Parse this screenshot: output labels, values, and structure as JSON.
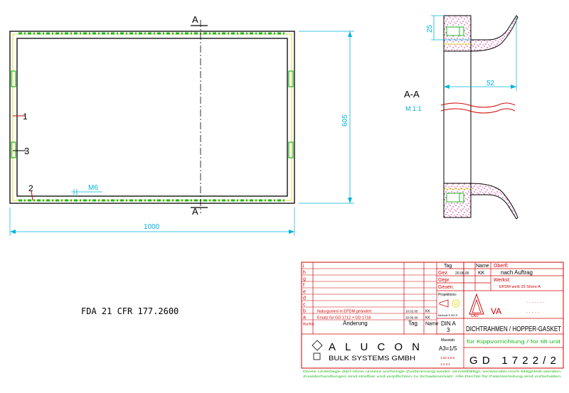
{
  "section_marks": {
    "top": "A",
    "bottom": "A"
  },
  "front_view": {
    "dim_width": "1000",
    "dim_height": "605",
    "thread": "M6",
    "items": [
      "1",
      "3",
      "2"
    ]
  },
  "section_view": {
    "label": "A-A",
    "scale": "M 1:1",
    "dim_25": "25",
    "dim_52": "52"
  },
  "fda_note": "FDA   21 CFR 177.2600",
  "title_block": {
    "revisions": [
      {
        "key": "i",
        "text": "",
        "date": "",
        "by": ""
      },
      {
        "key": "h",
        "text": "",
        "date": "",
        "by": ""
      },
      {
        "key": "g",
        "text": "",
        "date": "",
        "by": ""
      },
      {
        "key": "f",
        "text": "",
        "date": "",
        "by": ""
      },
      {
        "key": "e",
        "text": "",
        "date": "",
        "by": ""
      },
      {
        "key": "d",
        "text": "",
        "date": "",
        "by": ""
      },
      {
        "key": "c",
        "text": "",
        "date": "",
        "by": ""
      },
      {
        "key": "b",
        "text": "Naturgummi in EPDM geändert",
        "date": "10.02.05",
        "by": "KK"
      },
      {
        "key": "a",
        "text": "Ersatz für GD 1712 + GD 1718",
        "date": "20.06.00",
        "by": "KK"
      }
    ],
    "rev_head": {
      "key": "Buchst.",
      "text": "Änderung",
      "date": "Tag",
      "by": "Name"
    },
    "hdr_tag": "Tag",
    "hdr_name": "Name",
    "gez": "Gez.",
    "gez_date": "20.06.00",
    "gez_name": "KK",
    "gepr": "Gepr.",
    "gesen": "Gesen.",
    "oberfl_label": "Oberfl:",
    "oberfl_value": "nach Auftrag",
    "werkst_label": "Werkst:",
    "werkst_value": "EPDM weiß 25 Shore A",
    "projektions": "Projektions-",
    "methode": "Methode E ISO E",
    "cad": "CAD",
    "va": "VA",
    "dots1": ". . . . . . .",
    "dots2": ". . . . .",
    "din": "DIN A",
    "din_num": "3",
    "massstab": "Masstab:",
    "scale_main": "A3=1/5",
    "scale_sub1": "1:10  1:2.5",
    "scale_sub2": "1:1   2:1",
    "title_de": "DICHTRAHMEN / HOPPER-GASKET",
    "title_en": "für Kippvorrichtung / for tilt unit",
    "drawing_no": "GD 1722/2",
    "company_1": "ALUCON",
    "company_2": "BULK SYSTEMS GMBH",
    "legal": "Diese Unterlage darf ohne unsere vorherige Zustimmung weder vervielfältigt, verwendet noch Mitgeteilt werden. Zuwiderhandlungen sind strafbar und verpflichten zu Schadenersatz. Alle Rechte für Patenterteilung sind vorbehalten."
  },
  "colors": {
    "outline": "#000000",
    "dim": "#00b4d8",
    "green": "#1fb81f",
    "yellow": "#d8d800",
    "red": "#d00000",
    "magenta": "#d0168a"
  }
}
